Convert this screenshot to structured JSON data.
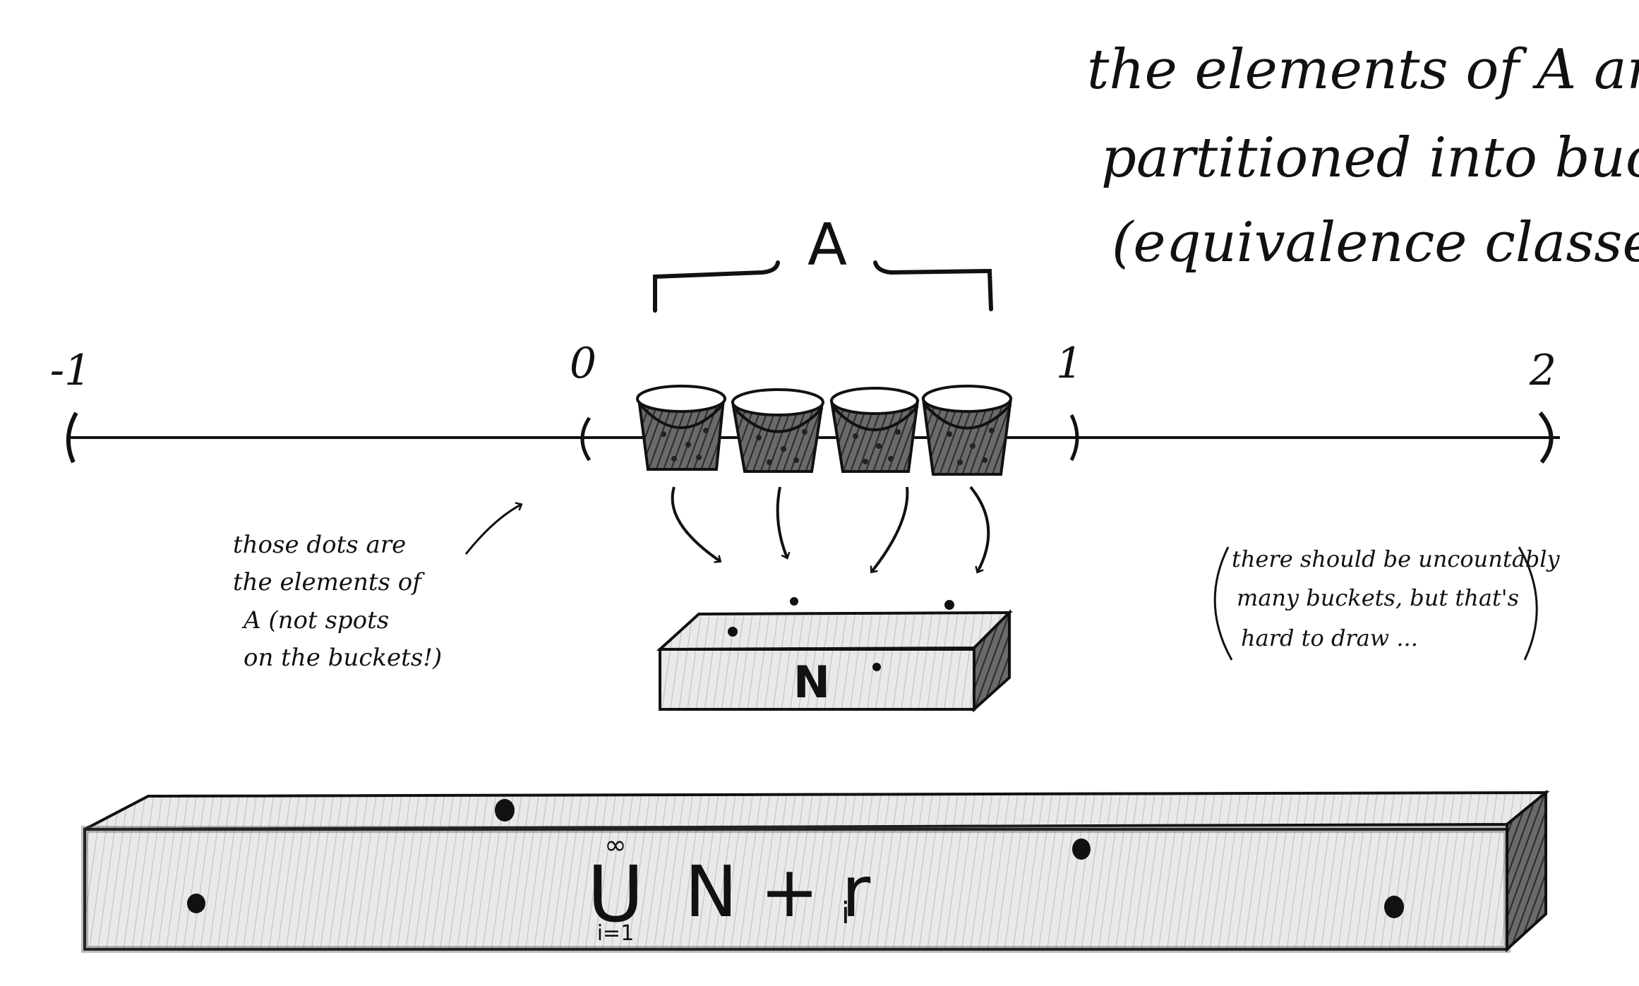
{
  "title": {
    "line1": "the elements of A are",
    "line2": "partitioned into buckets",
    "line3": "(equivalence classes)"
  },
  "set_label": "A",
  "number_line": {
    "ticks": [
      "-1",
      "0",
      "1",
      "2"
    ]
  },
  "bucket_count": 4,
  "box_label": "N",
  "left_note": {
    "line1": "those dots are",
    "line2": "the elements of",
    "line3": "A (not spots",
    "line4": "on the buckets!)"
  },
  "right_note": {
    "line1": "there should be uncountably",
    "line2": "many buckets, but that's",
    "line3": "hard to draw ..."
  },
  "union_expression": {
    "symbol": "U",
    "upper": "∞",
    "lower": "i=1",
    "body": "N + r",
    "subscript": "i"
  },
  "colors": {
    "ink": "#111111",
    "paper": "#ffffff",
    "shade": "#555555"
  }
}
